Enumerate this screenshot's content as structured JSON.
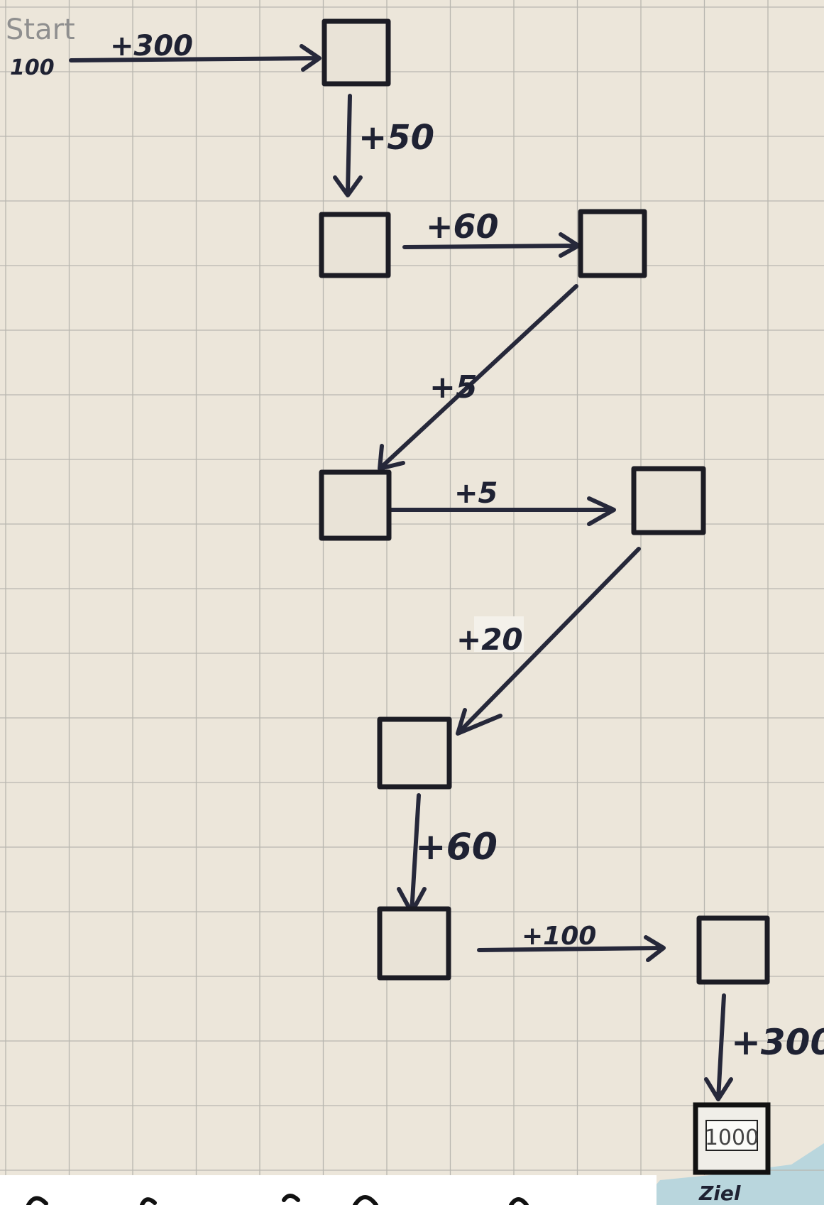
{
  "diagram": {
    "start_label": "Start",
    "start_value": "100",
    "goal_label": "Ziel",
    "goal_value": "1000",
    "edges": [
      {
        "label": "+300"
      },
      {
        "label": "+50"
      },
      {
        "label": "+60"
      },
      {
        "label": "+5"
      },
      {
        "label": "+5"
      },
      {
        "label": "+20"
      },
      {
        "label": "+60"
      },
      {
        "label": "+100"
      },
      {
        "label": "+300"
      }
    ]
  }
}
